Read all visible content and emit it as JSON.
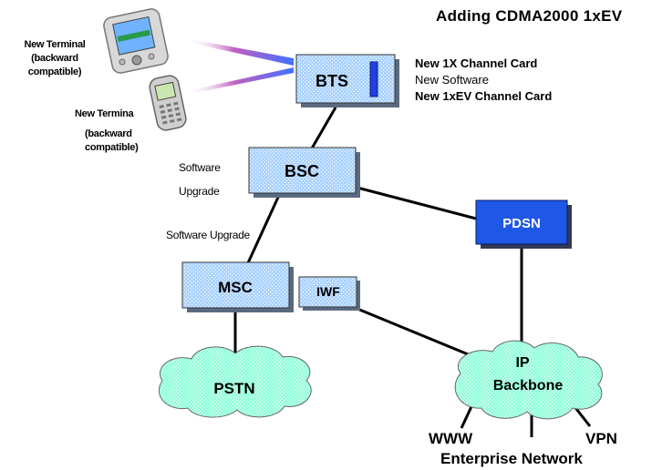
{
  "title": "Adding CDMA2000 1xEV",
  "terminals": {
    "pda_label_lines": [
      "New Terminal",
      "(backward",
      "compatible)"
    ],
    "phone_label_lines": [
      "New Termina",
      "(backward",
      "compatible)"
    ]
  },
  "nodes": {
    "bts": "BTS",
    "bsc": "BSC",
    "msc": "MSC",
    "iwf": "IWF",
    "pdsn": "PDSN",
    "pstn": "PSTN",
    "ip_backbone_lines": [
      "IP",
      "Backbone"
    ]
  },
  "annotations": {
    "bts_notes": [
      "New 1X Channel Card",
      "New Software",
      "New 1xEV Channel Card"
    ],
    "bsc_note_lines": [
      "Software",
      "Upgrade"
    ],
    "msc_link_note": "Software Upgrade"
  },
  "networks": {
    "www": "WWW",
    "vpn": "VPN",
    "enterprise": "Enterprise Network"
  },
  "colors": {
    "box_fill": "#aed4ff",
    "box_dark_fill": "#1f57e6",
    "cloud_fill": "#99ffdd",
    "card_fill": "#2040e0"
  }
}
